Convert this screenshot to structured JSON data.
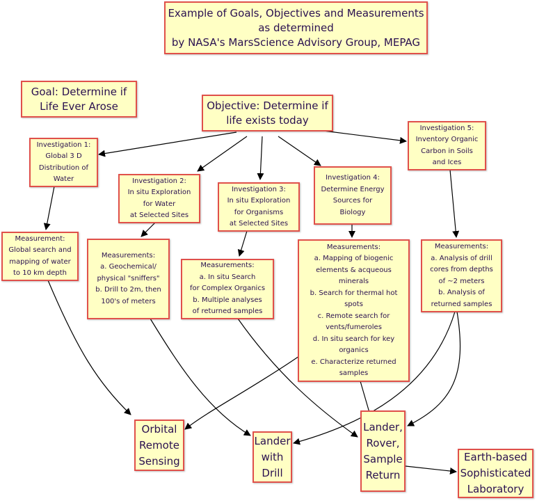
{
  "title": "Example of Goals, Objectives and Measurements\nas determined\nby NASA's MarsScience Advisory Group, MEPAG",
  "goal": "Goal: Determine if\nLife Ever Arose",
  "objective": "Objective: Determine if\nlife exists today",
  "investigations": [
    "Investigation 1:\nGlobal 3 D\nDistribution of\nWater",
    "Investigation 2:\nIn situ Exploration\nfor Water\nat Selected Sites",
    "Investigation 3:\nIn situ Exploration\nfor Organisms\nat Selected Sites",
    "Investigation 4:\nDetermine Energy\nSources for\nBiology",
    "Investigation 5:\nInventory Organic\nCarbon in Soils\nand Ices"
  ],
  "measurements": [
    "Measurement:\nGlobal search and\nmapping of water\nto 10 km depth",
    "Measurements:\na. Geochemical/\nphysical \"sniffers\"\nb. Drill to 2m, then\n100's of meters",
    "Measurements:\na. In situ Search\nfor Complex Organics\nb. Multiple analyses\nof returned samples",
    "Measurements:\na. Mapping of biogenic\nelements & acqueous\nminerals\nb. Search for thermal hot\nspots\nc. Remote search for\nvents/fumeroles\nd. In situ search for key\norganics\ne. Characterize returned\nsamples",
    "Measurements:\na. Analysis of drill\ncores from depths\nof ~2 meters\nb. Analysis of\nreturned samples"
  ],
  "missions": [
    "Orbital\nRemote\nSensing",
    "Lander\nwith\nDrill",
    "Lander,\nRover,\nSample\nReturn",
    "Earth-based\nSophisticated\nLaboratory"
  ],
  "colors": {
    "box_fill": "#ffffc4",
    "box_border": "#e0504a",
    "text": "#2a1050"
  }
}
